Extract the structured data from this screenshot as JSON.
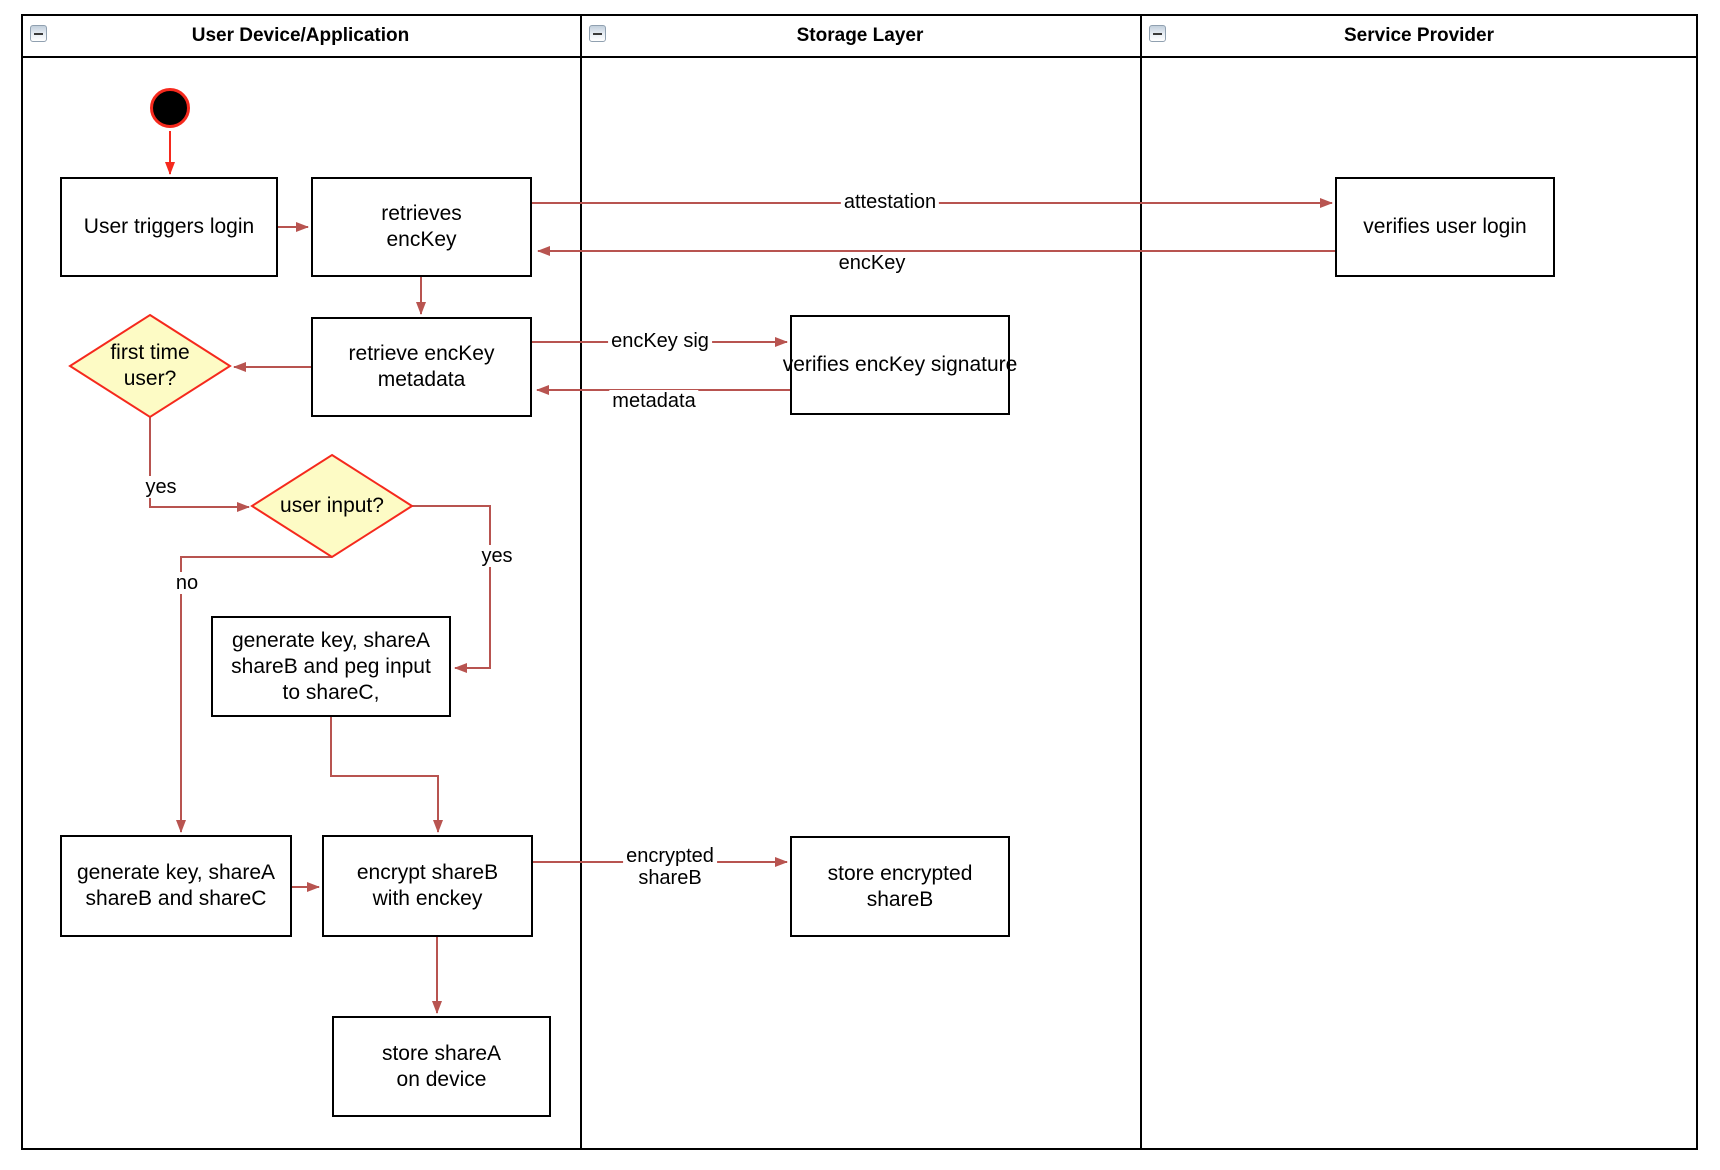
{
  "colors": {
    "arrow": "#b85450",
    "accent-red": "#f5291d",
    "diamond-fill": "#fdfbc5"
  },
  "lanes": [
    {
      "title": "User Device/Application"
    },
    {
      "title": "Storage Layer"
    },
    {
      "title": "Service Provider"
    }
  ],
  "nodes": {
    "user_triggers_login": {
      "label": "User triggers login"
    },
    "retrieves_enckey": {
      "label": "retrieves\nencKey"
    },
    "retrieve_enckey_metadata": {
      "label": "retrieve encKey\nmetadata"
    },
    "verifies_enckey_signature": {
      "label": "verifies encKey signature"
    },
    "verifies_user_login": {
      "label": "verifies user login"
    },
    "first_time_user": {
      "label": "first time\nuser?"
    },
    "user_input": {
      "label": "user input?"
    },
    "generate_key_peg": {
      "label": "generate key, shareA\nshareB and peg input\nto shareC,"
    },
    "generate_key_shares": {
      "label": "generate key, shareA\nshareB and shareC"
    },
    "encrypt_shareb": {
      "label": "encrypt shareB\nwith enckey"
    },
    "store_encrypted_shareb": {
      "label": "store encrypted\nshareB"
    },
    "store_sharea": {
      "label": "store shareA\non device"
    }
  },
  "edge_labels": {
    "attestation": "attestation",
    "enckey": "encKey",
    "enckey_sig": "encKey sig",
    "metadata": "metadata",
    "yes_first_time": "yes",
    "yes_user_input": "yes",
    "no_user_input": "no",
    "encrypted_shareb": "encrypted\nshareB"
  }
}
